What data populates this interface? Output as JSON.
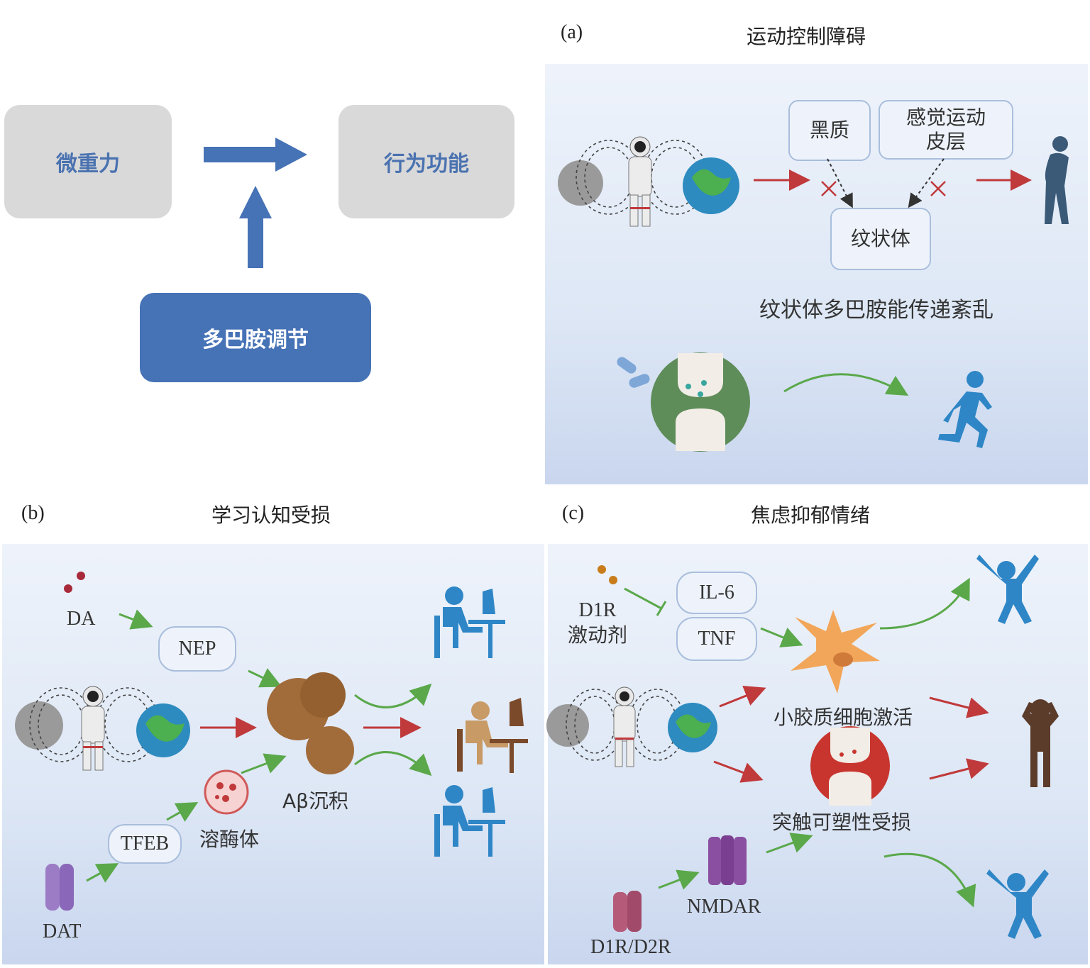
{
  "overview": {
    "microgravity": "微重力",
    "behavior": "行为功能",
    "dopamine": "多巴胺调节"
  },
  "panel_a": {
    "label": "(a)",
    "title": "运动控制障碍",
    "substantia": "黑质",
    "cortex_line1": "感觉运动",
    "cortex_line2": "皮层",
    "striatum": "纹状体",
    "caption": "纹状体多巴胺能传递紊乱"
  },
  "panel_b": {
    "label": "(b)",
    "title": "学习认知受损",
    "da": "DA",
    "nep": "NEP",
    "abeta": "Aβ沉积",
    "tfeb": "TFEB",
    "lysosome": "溶酶体",
    "dat": "DAT"
  },
  "panel_c": {
    "label": "(c)",
    "title": "焦虑抑郁情绪",
    "agonist_line1": "D1R",
    "agonist_line2": "激动剂",
    "il6": "IL-6",
    "tnf": "TNF",
    "microglia": "小胶质细胞激活",
    "synapse": "突触可塑性受损",
    "nmdar": "NMDAR",
    "receptor": "D1R/D2R"
  },
  "colors": {
    "gray_box": "#d9d9d9",
    "blue_box": "#4672b6",
    "arrow_blue": "#4672b6",
    "arrow_red": "#c0393b",
    "arrow_green": "#5aa84a",
    "figure_blue": "#2f86c6"
  }
}
